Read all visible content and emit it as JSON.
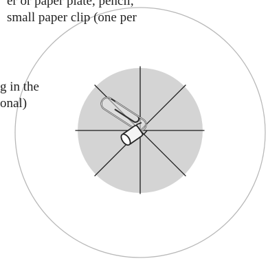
{
  "text_fragments": [
    "er or paper plate, pencil,",
    "small paper clip (one per",
    "g in the",
    "onal)"
  ],
  "colors": {
    "outer_circle_fill": "#ffffff",
    "outer_circle_stroke": "#b8b8b8",
    "inner_circle_fill": "#d4d4d4",
    "spoke_stroke": "#1a1a1a",
    "paper_clip_stroke": "#333333",
    "pencil_fill": "#f4f4f4"
  },
  "illustration": {
    "spoke_count": 8,
    "objects": [
      "paper-clip-icon",
      "pencil-stub-icon"
    ]
  }
}
